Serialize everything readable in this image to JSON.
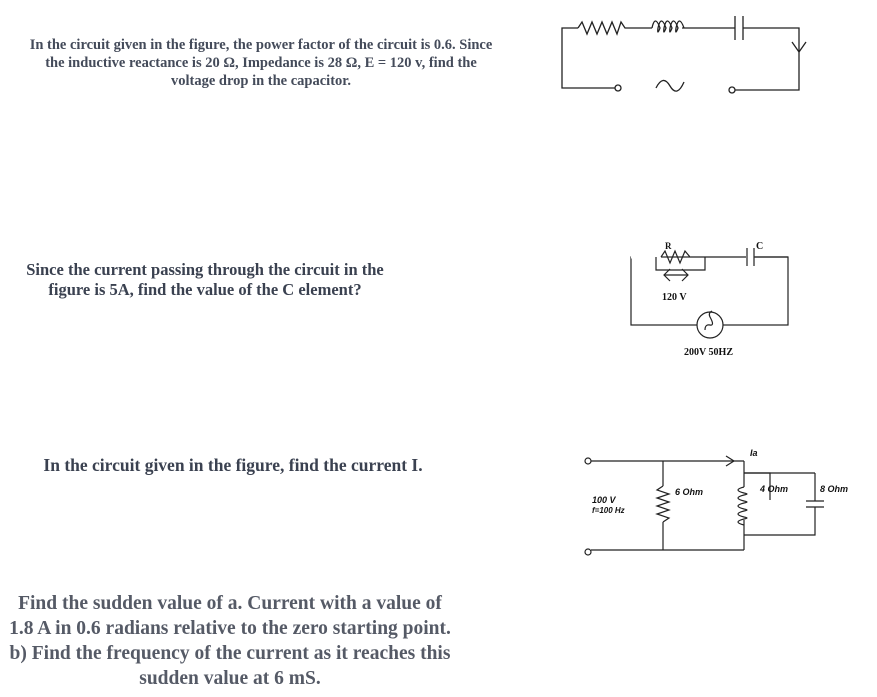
{
  "questions": [
    {
      "text": "In the circuit given in the figure, the power factor of the circuit is 0.6. Since the inductive reactance is 20 Ω, Impedance is 28 Ω, E = 120 v, find the voltage drop in the capacitor."
    },
    {
      "text": "Since the current passing through the circuit in the figure is 5A, find the value of the C element?"
    },
    {
      "text": "In the circuit given in the figure, find the current I."
    },
    {
      "text": "Find the sudden value of a. Current with a value of 1.8 A in 0.6 radians relative to the zero starting point. b) Find the frequency of the current as it reaches this sudden value at 6 mS."
    }
  ],
  "figure2": {
    "r_label": "R",
    "c_label": "C",
    "voltage_label": "120 V",
    "source_label": "200V 50HZ"
  },
  "figure3": {
    "current_label": "Ia",
    "source_label_1": "100 V",
    "source_label_2": "f=100 Hz",
    "r1_label": "6 Ohm",
    "l_label": "4 Ohm",
    "c_label": "8 Ohm"
  }
}
